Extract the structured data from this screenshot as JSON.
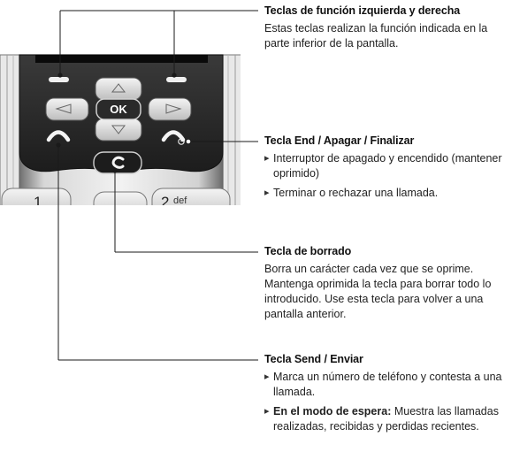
{
  "phone": {
    "ok_label": "OK",
    "keypad": {
      "key1": "1",
      "key2": "2",
      "key2_letters": "def"
    }
  },
  "callouts": {
    "function_keys": {
      "title": "Teclas de función izquierda y derecha",
      "text": "Estas teclas realizan la función indicada en la parte inferior de la pantalla."
    },
    "end_key": {
      "title": "Tecla End / Apagar / Finalizar",
      "items": [
        "Interruptor de apagado y encendido (mantener oprimido)",
        "Terminar o rechazar una llamada."
      ]
    },
    "clear_key": {
      "title": "Tecla de borrado",
      "text": "Borra un carácter cada vez que se oprime. Mantenga oprimida la tecla para borrar todo lo introducido. Use esta tecla para volver a una pantalla anterior."
    },
    "send_key": {
      "title": "Tecla Send / Enviar",
      "item1": "Marca un número de teléfono y contesta a una llamada.",
      "item2_bold": "En el modo de espera:",
      "item2_rest": " Muestra las llamadas realizadas, recibidas y perdidas recientes."
    }
  }
}
